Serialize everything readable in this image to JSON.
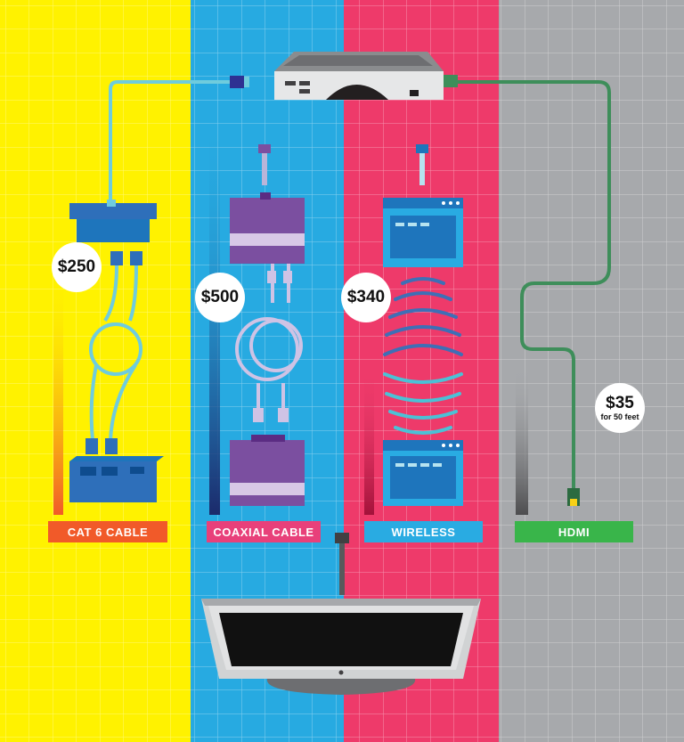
{
  "colors": {
    "yellow": "#FFF200",
    "blue": "#27AAE1",
    "pink": "#EE3A6A",
    "gray": "#A7A9AC",
    "cat6_label": "#F15A29",
    "coax_label": "#E8407A",
    "wireless_label": "#29ABE2",
    "hdmi_label": "#39B54A"
  },
  "columns": [
    {
      "id": "cat6",
      "label": "CAT 6 CABLE",
      "price": "$250",
      "price_sub": ""
    },
    {
      "id": "coax",
      "label": "COAXIAL CABLE",
      "price": "$500",
      "price_sub": ""
    },
    {
      "id": "wireless",
      "label": "WIRELESS",
      "price": "$340",
      "price_sub": ""
    },
    {
      "id": "hdmi",
      "label": "HDMI",
      "price": "$35",
      "price_sub": "for 50 feet"
    }
  ],
  "icons": {
    "source": "set-top-box-icon",
    "display": "television-icon"
  }
}
